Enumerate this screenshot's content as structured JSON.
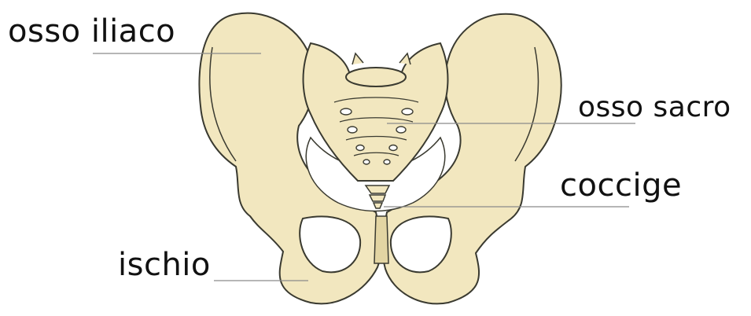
{
  "labels": {
    "iliac": "osso iliaco",
    "sacrum": "osso sacro",
    "coccyx": "coccige",
    "ischium": "ischio"
  },
  "colors": {
    "bone_fill": "#f2e7bf",
    "bone_shadow": "#e3d5a3",
    "outline": "#3a3a30",
    "leader_line": "#8a8a8a",
    "text": "#111111",
    "background": "#ffffff"
  }
}
